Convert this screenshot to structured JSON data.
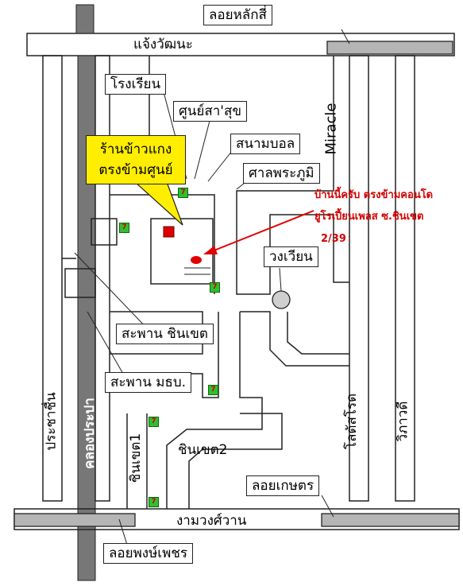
{
  "labels": {
    "loi_lak_si": "ลอยหลักสี่",
    "chaeng_watthana": "แจ้งวัฒนะ",
    "school": "โรงเรียน",
    "sun_sa_suk": "ศูนย์สา'สุข",
    "football_field": "สนามบอล",
    "miracle": "Miracle",
    "shrine": "ศาลพระภูมิ",
    "curry_shop": "ร้านข้าวแกง ตรงข้ามศูนย์",
    "roundabout": "วงเวียน",
    "bridge_chinnakhet": "สะพาน ชินเขต",
    "bridge_mathorn": "สะพาน มธบ.",
    "pracha_chuen": "ประชาชื่น",
    "khlong_prapa": "คลองประปา",
    "chinnakhet1": "ชินเขต1",
    "chinnakhet2": "ชินเขต2",
    "loi_kaset": "ลอยเกษตร",
    "ngam_wong_wan": "งามวงศ์วาน",
    "loi_phong_phet": "ลอยพงษ์เพชร",
    "lat_lo_rot": "โลตัสโรด",
    "vibhavadi": "วิภาวดี"
  },
  "note": {
    "line1": "บ้านนี้ครับ ตรงข้ามคอนโด",
    "line2": "ยูโรเปี้ยนเพลส ซ.ชินเขต",
    "line3": "2/39"
  },
  "colors": {
    "road_outline": "#222222",
    "canal": "#777777",
    "expressway": "#b5b5b5",
    "callout": "#ffee00",
    "marker": "#e00000",
    "seven_eleven": "#2fbf2f"
  },
  "icons": {
    "store": "seven-eleven-icon",
    "home": "house-marker-icon",
    "pin": "location-square-icon"
  }
}
